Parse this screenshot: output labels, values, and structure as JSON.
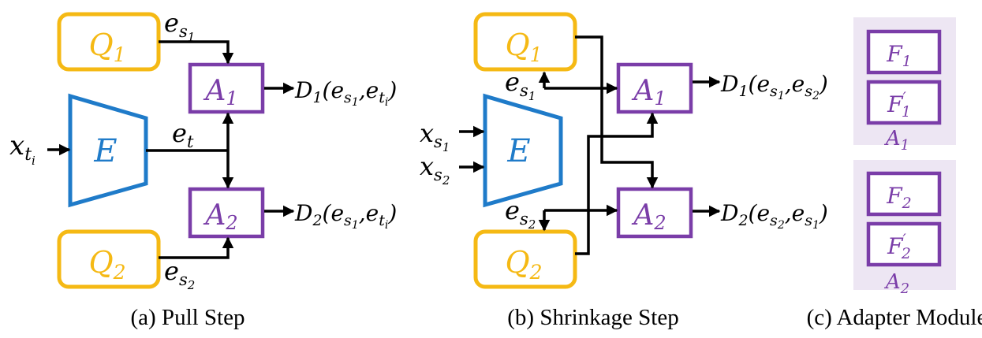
{
  "colors": {
    "queue": "#F5B914",
    "adapter": "#7A3DA8",
    "encoder": "#1F7BC9",
    "ink": "#000000",
    "module_bg": "#EDE6F3"
  },
  "pull": {
    "q1": {
      "base": "Q",
      "sub": "1"
    },
    "q2": {
      "base": "Q",
      "sub": "2"
    },
    "a1": {
      "base": "A",
      "sub": "1"
    },
    "a2": {
      "base": "A",
      "sub": "2"
    },
    "encoder": "E",
    "input": {
      "base": "x",
      "sub": "t",
      "subsub": "i"
    },
    "es1": {
      "base": "e",
      "sub": "s",
      "subsub": "1"
    },
    "es2": {
      "base": "e",
      "sub": "s",
      "subsub": "2"
    },
    "et": {
      "base": "e",
      "sub": "t"
    },
    "d1": {
      "fn": "D",
      "fn_sub": "1",
      "arg1": "s",
      "arg1_sub": "1",
      "arg2": "t",
      "arg2_sub": "i"
    },
    "d2": {
      "fn": "D",
      "fn_sub": "2",
      "arg1": "s",
      "arg1_sub": "1",
      "arg2": "t",
      "arg2_sub": "i"
    },
    "caption": "(a) Pull Step"
  },
  "shrink": {
    "q1": {
      "base": "Q",
      "sub": "1"
    },
    "q2": {
      "base": "Q",
      "sub": "2"
    },
    "a1": {
      "base": "A",
      "sub": "1"
    },
    "a2": {
      "base": "A",
      "sub": "2"
    },
    "encoder": "E",
    "xs1": {
      "base": "x",
      "sub": "s",
      "subsub": "1"
    },
    "xs2": {
      "base": "x",
      "sub": "s",
      "subsub": "2"
    },
    "es1": {
      "base": "e",
      "sub": "s",
      "subsub": "1"
    },
    "es2": {
      "base": "e",
      "sub": "s",
      "subsub": "2"
    },
    "d1": {
      "fn": "D",
      "fn_sub": "1",
      "arg1": "s",
      "arg1_sub": "1",
      "arg2": "s",
      "arg2_sub": "2"
    },
    "d2": {
      "fn": "D",
      "fn_sub": "2",
      "arg1": "s",
      "arg1_sub": "2",
      "arg2": "s",
      "arg2_sub": "1"
    },
    "caption": "(b) Shrinkage Step"
  },
  "module": {
    "f1": {
      "base": "F",
      "sub": "1"
    },
    "f1p": {
      "base": "F",
      "prime": "′",
      "sub": "1"
    },
    "label1": {
      "base": "A",
      "sub": "1"
    },
    "f2": {
      "base": "F",
      "sub": "2"
    },
    "f2p": {
      "base": "F",
      "prime": "′",
      "sub": "2"
    },
    "label2": {
      "base": "A",
      "sub": "2"
    },
    "caption": "(c) Adapter Module"
  }
}
